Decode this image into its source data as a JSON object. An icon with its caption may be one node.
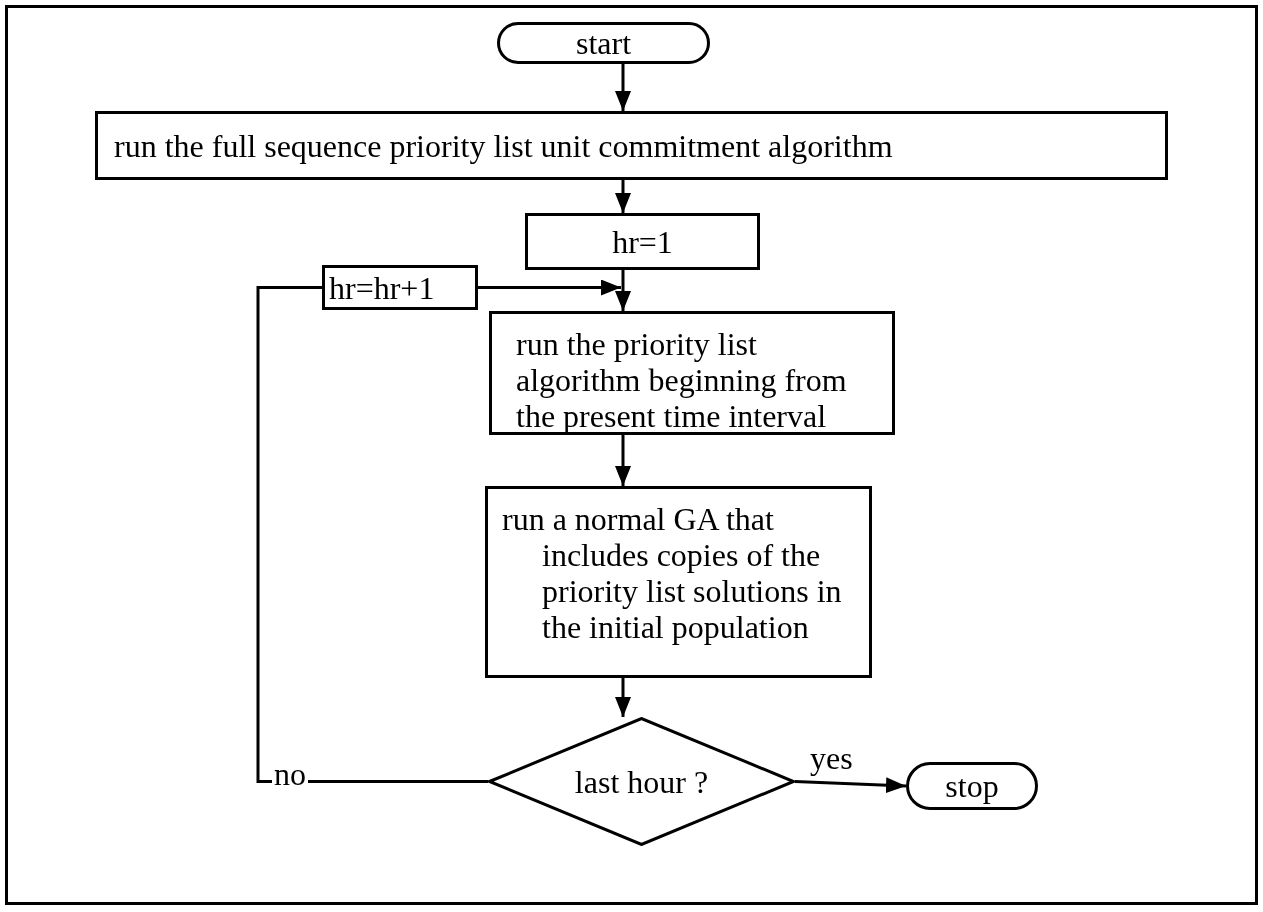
{
  "diagram": {
    "nodes": [
      {
        "text": [
          "start"
        ]
      },
      {
        "text": [
          "run the full sequence priority list unit commitment algorithm"
        ]
      },
      {
        "text": [
          "hr=1"
        ]
      },
      {
        "text": [
          "hr=hr+1"
        ]
      },
      {
        "text": [
          "run the priority list algorithm beginning from the present time interval"
        ]
      },
      {
        "text": [
          "run a normal GA that includes copies of the priority list solutions in the initial population"
        ]
      },
      {
        "text": [
          "last hour ?"
        ]
      },
      {
        "text": [
          "stop"
        ]
      }
    ],
    "edges": [
      {
        "from": 0,
        "to": 1,
        "arrow": "to"
      },
      {
        "from": 1,
        "to": 2,
        "arrow": "to"
      },
      {
        "from": 2,
        "to": 4,
        "arrow": "to"
      },
      {
        "from": 3,
        "to": 4,
        "arrow": "to"
      },
      {
        "from": 4,
        "to": 5,
        "arrow": "to"
      },
      {
        "from": 5,
        "to": 6,
        "arrow": "to"
      },
      {
        "from": 6,
        "to": 7,
        "label": "yes",
        "arrow": "to"
      },
      {
        "from": 6,
        "to": 3,
        "label": "no",
        "arrow": "none"
      }
    ]
  }
}
